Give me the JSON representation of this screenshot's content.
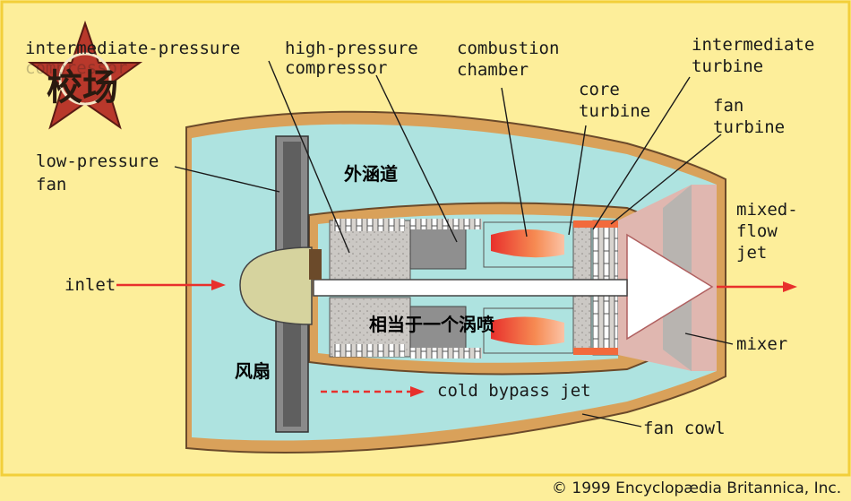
{
  "labels": {
    "intermediate_pressure": "intermediate-pressure",
    "intermediate_pressure_2": "compressor",
    "high_pressure_1": "high-pressure",
    "high_pressure_2": "compressor",
    "combustion_1": "combustion",
    "combustion_2": "chamber",
    "core_turbine_1": "core",
    "core_turbine_2": "turbine",
    "intermediate_turbine_1": "intermediate",
    "intermediate_turbine_2": "turbine",
    "fan_turbine_1": "fan",
    "fan_turbine_2": "turbine",
    "low_pressure_1": "low-pressure",
    "low_pressure_2": "fan",
    "inlet": "inlet",
    "mixed_flow_1": "mixed-",
    "mixed_flow_2": "flow",
    "mixed_flow_3": "jet",
    "mixer": "mixer",
    "cold_bypass": "cold bypass jet",
    "fan_cowl": "fan cowl"
  },
  "annotations": {
    "bypass_duct": "外涵道",
    "core_engine": "相当于一个涡喷",
    "fan": "风扇"
  },
  "copyright": "© 1999 Encyclopædia Britannica, Inc.",
  "watermark": {
    "logo_text": "校场",
    "icon": "red-star-icon"
  },
  "colors": {
    "background": "#fdee9a",
    "bypass_air": "#aee3e0",
    "nacelle": "#d9a15a",
    "core_metal": "#8f8f8f",
    "combustion": "#f26a3c"
  }
}
